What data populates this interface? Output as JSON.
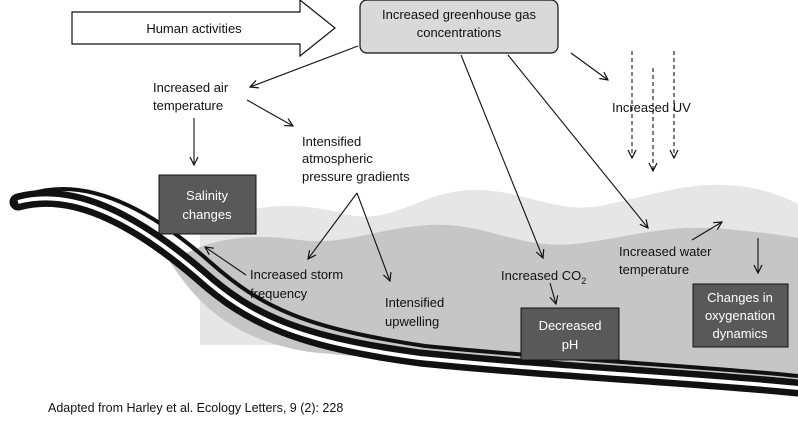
{
  "labels": {
    "human_activities": "Human activities",
    "greenhouse_line1": "Increased greenhouse gas",
    "greenhouse_line2": "concentrations",
    "air_temp_line1": "Increased air",
    "air_temp_line2": "temperature",
    "pressure_line1": "Intensified",
    "pressure_line2": "atmospheric",
    "pressure_line3": "pressure gradients",
    "uv": "Increased UV",
    "salinity_line1": "Salinity",
    "salinity_line2": "changes",
    "storm_line1": "Increased storm",
    "storm_line2": "frequency",
    "upwelling_line1": "Intensified",
    "upwelling_line2": "upwelling",
    "co2_prefix": "Increased CO",
    "co2_subscript": "2",
    "water_temp_line1": "Increased water",
    "water_temp_line2": "temperature",
    "ph_line1": "Decreased",
    "ph_line2": "pH",
    "oxygen_line1": "Changes in",
    "oxygen_line2": "oxygenation",
    "oxygen_line3": "dynamics"
  },
  "caption": "Adapted from Harley et al. Ecology Letters, 9 (2): 228",
  "colors": {
    "background": "#ffffff",
    "ocean_deep": "#c6c6c6",
    "ocean_surface": "#e6e6e6",
    "box_dark": "#595959",
    "box_light": "#d9d9d9",
    "shoreline": "#111111"
  }
}
